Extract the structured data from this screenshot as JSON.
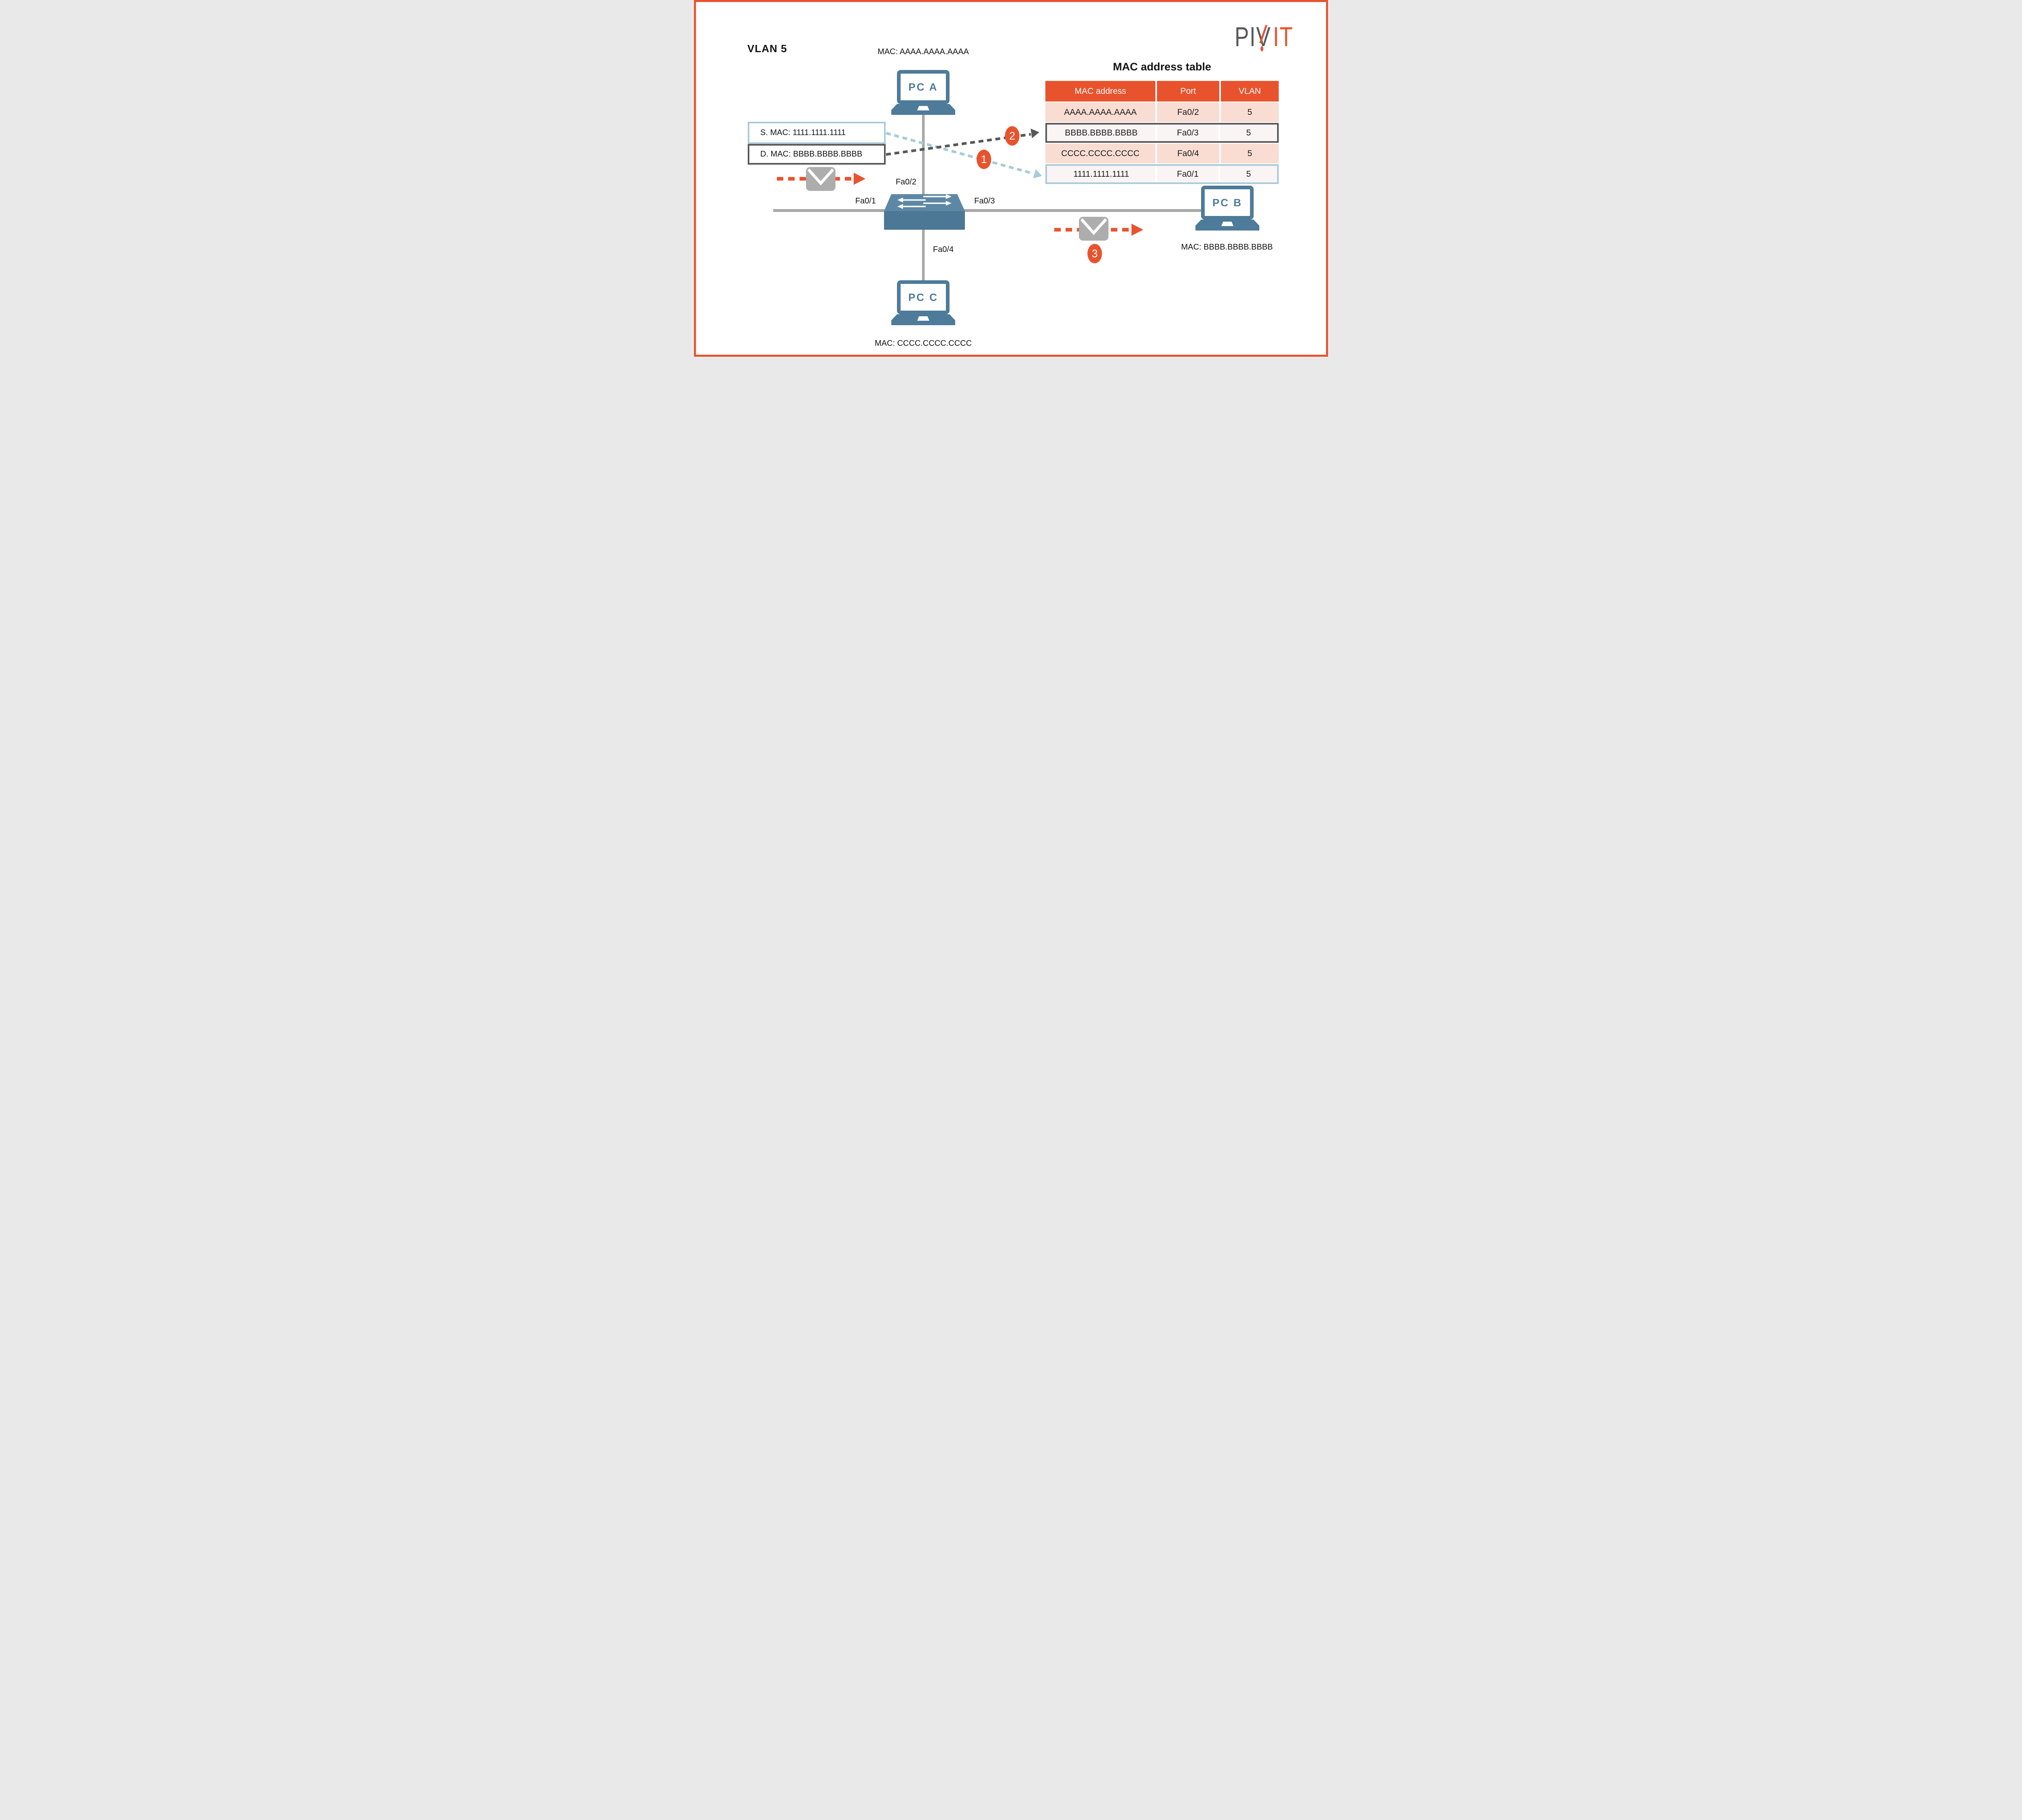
{
  "page": {
    "vlan_label": "VLAN 5"
  },
  "logo": {
    "part1": "PIV",
    "part2": "IT"
  },
  "devices": {
    "pc_a": {
      "name": "PC A",
      "mac_label": "MAC: AAAA.AAAA.AAAA"
    },
    "pc_b": {
      "name": "PC B",
      "mac_label": "MAC: BBBB.BBBB.BBBB"
    },
    "pc_c": {
      "name": "PC C",
      "mac_label": "MAC: CCCC.CCCC.CCCC"
    }
  },
  "switch": {
    "ports": {
      "fa01": "Fa0/1",
      "fa02": "Fa0/2",
      "fa03": "Fa0/3",
      "fa04": "Fa0/4"
    }
  },
  "frame_labels": {
    "source": "S. MAC: 1111.1111.1111",
    "destination": "D. MAC: BBBB.BBBB.BBBB"
  },
  "steps": [
    {
      "label": "1"
    },
    {
      "label": "2"
    },
    {
      "label": "3"
    }
  ],
  "table": {
    "title": "MAC address table",
    "headers": [
      "MAC address",
      "Port",
      "VLAN"
    ],
    "rows": [
      {
        "mac": "AAAA.AAAA.AAAA",
        "port": "Fa0/2",
        "vlan": "5",
        "highlight": "none"
      },
      {
        "mac": "BBBB.BBBB.BBBB",
        "port": "Fa0/3",
        "vlan": "5",
        "highlight": "dark"
      },
      {
        "mac": "CCCC.CCCC.CCCC",
        "port": "Fa0/4",
        "vlan": "5",
        "highlight": "none"
      },
      {
        "mac": "1111.1111.1111",
        "port": "Fa0/1",
        "vlan": "5",
        "highlight": "blue"
      }
    ]
  },
  "colors": {
    "accent_orange": "#E8532E",
    "steel_blue": "#4E7B99",
    "steel_blue_light": "#5D88A5",
    "line_gray": "#A7A7A7",
    "envelope_gray": "#ADADAD",
    "dark_gray": "#58585A",
    "light_blue": "#A9CBD8",
    "row_pink": "#F9DDD2",
    "row_light": "#FAF4F5"
  }
}
